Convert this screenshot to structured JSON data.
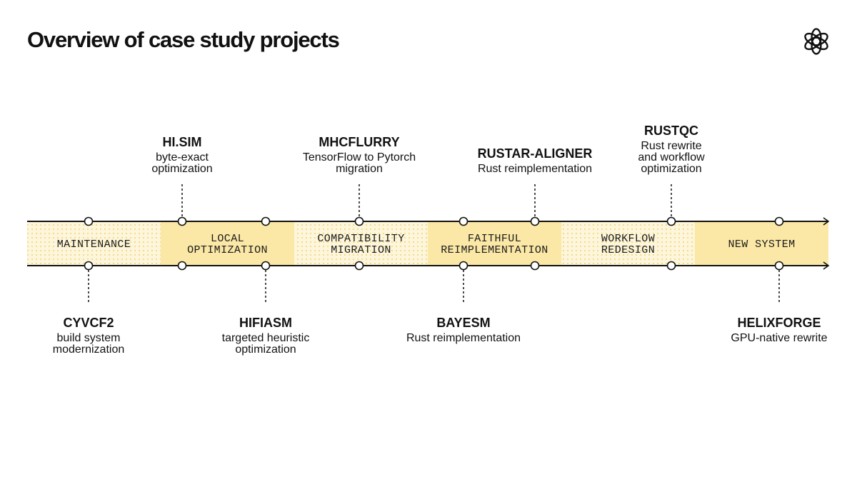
{
  "title": "Overview of case study projects",
  "logo_icon": "openai-logo-icon",
  "colors": {
    "band_solid": "#fbe8a6",
    "band_dotted_bg": "#fdf6dc",
    "band_dots": "#f5dc8a",
    "line": "#111111"
  },
  "categories": [
    {
      "id": "maintenance",
      "lines": [
        "MAINTENANCE"
      ],
      "style": "dotted"
    },
    {
      "id": "local-optimization",
      "lines": [
        "LOCAL",
        "OPTIMIZATION"
      ],
      "style": "solid"
    },
    {
      "id": "compatibility-migration",
      "lines": [
        "COMPATIBILITY",
        "MIGRATION"
      ],
      "style": "dotted"
    },
    {
      "id": "faithful-reimplementation",
      "lines": [
        "FAITHFUL",
        "REIMPLEMENTATION"
      ],
      "style": "solid"
    },
    {
      "id": "workflow-redesign",
      "lines": [
        "WORKFLOW",
        "REDESIGN"
      ],
      "style": "dotted"
    },
    {
      "id": "new-system",
      "lines": [
        "NEW SYSTEM"
      ],
      "style": "solid"
    }
  ],
  "projects": [
    {
      "id": "cyvcf2",
      "name": "CYVCF2",
      "desc": [
        "build system",
        "modernization"
      ],
      "side": "bottom",
      "category": "maintenance"
    },
    {
      "id": "hi-sim",
      "name": "HI.SIM",
      "desc": [
        "byte-exact",
        "optimization"
      ],
      "side": "top",
      "category": "local-optimization"
    },
    {
      "id": "hifiasm",
      "name": "HIFIASM",
      "desc": [
        "targeted heuristic",
        "optimization"
      ],
      "side": "bottom",
      "category": "local-optimization"
    },
    {
      "id": "mhcflurry",
      "name": "MHCFLURRY",
      "desc": [
        "TensorFlow to Pytorch",
        "migration"
      ],
      "side": "top",
      "category": "compatibility-migration"
    },
    {
      "id": "bayesm",
      "name": "BAYESM",
      "desc": [
        "Rust reimplementation"
      ],
      "side": "bottom",
      "category": "faithful-reimplementation"
    },
    {
      "id": "rustar-aligner",
      "name": "RUSTAR-ALIGNER",
      "desc": [
        "Rust reimplementation"
      ],
      "side": "top",
      "category": "faithful-reimplementation"
    },
    {
      "id": "rustqc",
      "name": "RUSTQC",
      "desc": [
        "Rust rewrite",
        "and workflow",
        "optimization"
      ],
      "side": "top",
      "category": "workflow-redesign"
    },
    {
      "id": "helixforge",
      "name": "HELIXFORGE",
      "desc": [
        "GPU-native rewrite"
      ],
      "side": "bottom",
      "category": "new-system"
    }
  ]
}
